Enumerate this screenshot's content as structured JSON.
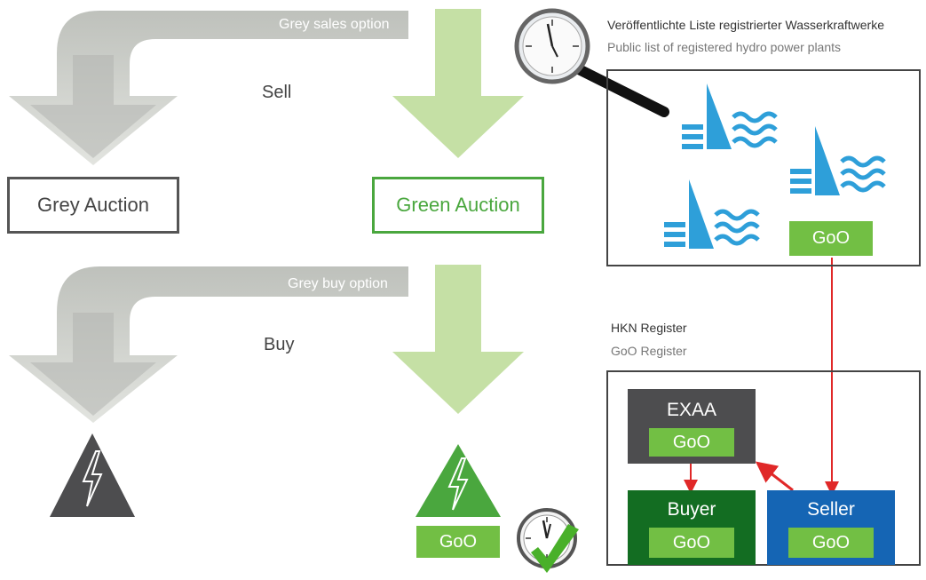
{
  "flow": {
    "sell_label": "Sell",
    "buy_label": "Buy",
    "grey_sales_option": "Grey sales option",
    "grey_buy_option": "Grey buy option",
    "grey_auction": "Grey Auction",
    "green_auction": "Green Auction",
    "goo_label": "GoO"
  },
  "public_list": {
    "title_de": "Veröffentlichte Liste registrierter Wasserkraftwerke",
    "title_en": "Public list of registered hydro power plants",
    "goo_label": "GoO"
  },
  "register": {
    "title_de": "HKN Register",
    "title_en": "GoO Register",
    "exaa_label": "EXAA",
    "buyer_label": "Buyer",
    "seller_label": "Seller",
    "goo_label": "GoO"
  },
  "colors": {
    "light_green": "#c5e0a5",
    "green": "#4aa73e",
    "goo_green": "#72bf44",
    "grey_arrow": "#c9ccc6",
    "dark_grey": "#4d4d4f",
    "hydro_blue": "#2e9fd9",
    "buyer_green": "#136d22",
    "seller_blue": "#1565b4",
    "connector_red": "#e02828"
  },
  "icons": [
    "clock-magnifier-icon",
    "hydro-plant-icon",
    "high-voltage-warning-icon",
    "clock-check-icon"
  ]
}
